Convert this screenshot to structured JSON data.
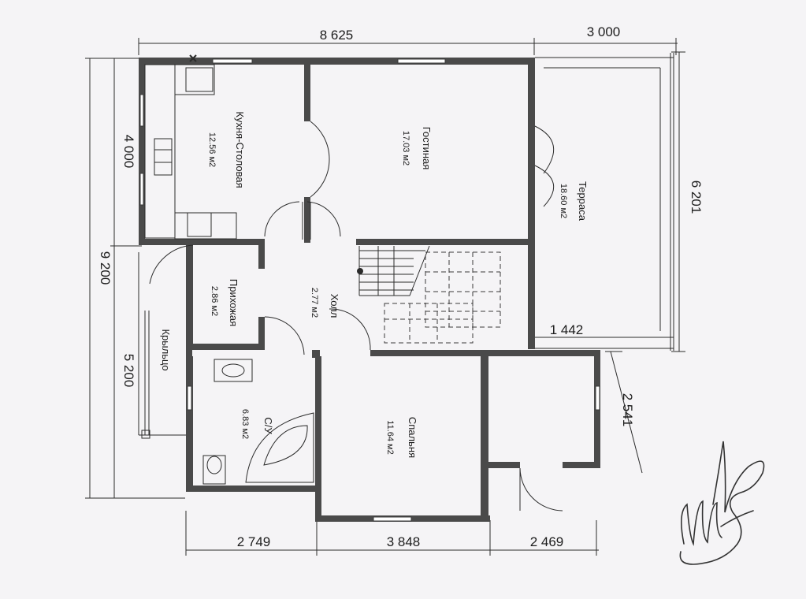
{
  "dimensions": {
    "top_main": "8 625",
    "top_terrace": "3 000",
    "left_upper": "4 000",
    "left_total": "9 200",
    "left_lower": "5 200",
    "right_terrace": "6 201",
    "right_annex": "2 541",
    "inner_terrace": "1 442",
    "bottom_left": "2 749",
    "bottom_mid": "3 848",
    "bottom_right": "2 469"
  },
  "rooms": {
    "kitchen": {
      "name": "Кухня-Столовая",
      "area": "12.56 м2"
    },
    "living": {
      "name": "Гостиная",
      "area": "17.03 м2"
    },
    "terrace": {
      "name": "Терраса",
      "area": "18.60 м2"
    },
    "hallway": {
      "name": "Прихожая",
      "area": "2.86 м2"
    },
    "hall": {
      "name": "Холл",
      "area": "2.77 м2"
    },
    "porch": {
      "name": "Крыльцо"
    },
    "bathroom": {
      "name": "С/У",
      "area": "6.83 м2"
    },
    "bedroom": {
      "name": "Спальня",
      "area": "11.64 м2"
    }
  },
  "colors": {
    "wall": "#4a4a4a",
    "paper": "#f5f4f6",
    "ink": "#1c1c1c"
  }
}
